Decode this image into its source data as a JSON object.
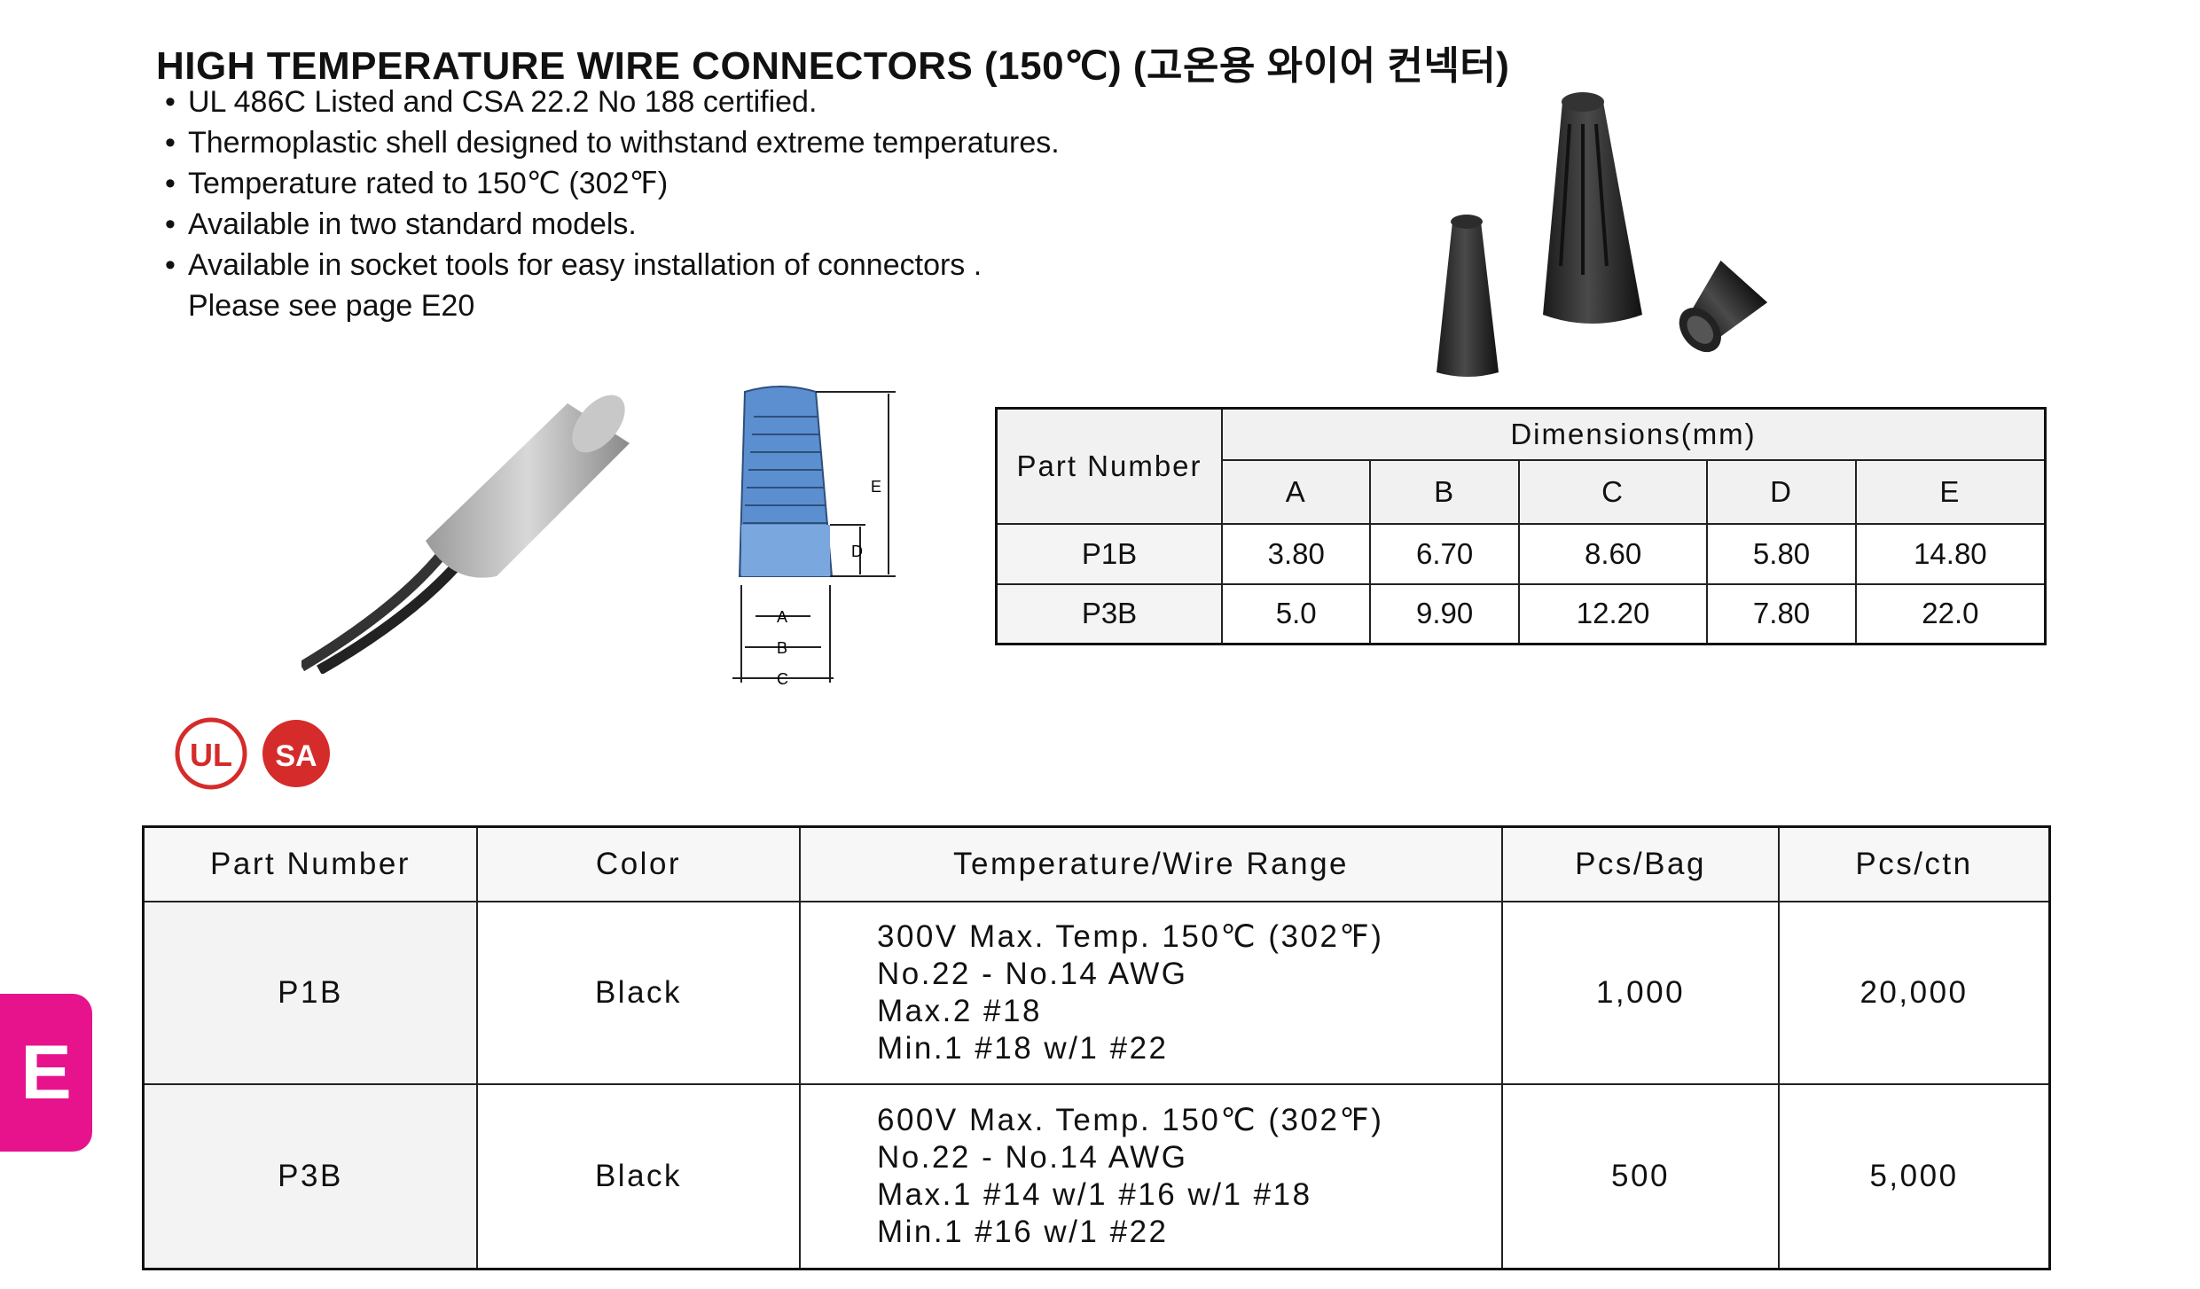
{
  "title": "HIGH TEMPERATURE WIRE CONNECTORS (150℃) (고온용 와이어 컨넥터)",
  "bullets": [
    "UL 486C Listed and CSA 22.2 No 188 certified.",
    "Thermoplastic shell designed to withstand extreme temperatures.",
    "Temperature rated to 150℃ (302℉)",
    "Available in two standard models.",
    "Available in socket tools for easy installation of connectors .",
    "Please see page E20"
  ],
  "diagram_labels": {
    "a": "A",
    "b": "B",
    "c": "C",
    "d": "D",
    "e": "E"
  },
  "certifications": {
    "ul": "UL",
    "csa": "SA"
  },
  "dimensions_table": {
    "part_number_header": "Part Number",
    "group_header": "Dimensions(mm)",
    "columns": [
      "A",
      "B",
      "C",
      "D",
      "E"
    ],
    "rows": [
      {
        "part": "P1B",
        "values": [
          "3.80",
          "6.70",
          "8.60",
          "5.80",
          "14.80"
        ]
      },
      {
        "part": "P3B",
        "values": [
          "5.0",
          "9.90",
          "12.20",
          "7.80",
          "22.0"
        ]
      }
    ]
  },
  "spec_table": {
    "headers": [
      "Part Number",
      "Color",
      "Temperature/Wire Range",
      "Pcs/Bag",
      "Pcs/ctn"
    ],
    "rows": [
      {
        "part": "P1B",
        "color": "Black",
        "range": [
          "300V Max.  Temp. 150℃ (302℉)",
          "No.22 - No.14 AWG",
          "Max.2 #18",
          "Min.1 #18 w/1 #22"
        ],
        "pcs_bag": "1,000",
        "pcs_ctn": "20,000"
      },
      {
        "part": "P3B",
        "color": "Black",
        "range": [
          "600V Max.  Temp. 150℃ (302℉)",
          "No.22 - No.14 AWG",
          "Max.1 #14 w/1 #16 w/1 #18",
          "Min.1 #16 w/1 #22"
        ],
        "pcs_bag": "500",
        "pcs_ctn": "5,000"
      }
    ]
  },
  "section_tab": "E",
  "colors": {
    "tab": "#e6138d",
    "diagram_blue": "#5b8fd0",
    "cert_red": "#d52b2b"
  }
}
